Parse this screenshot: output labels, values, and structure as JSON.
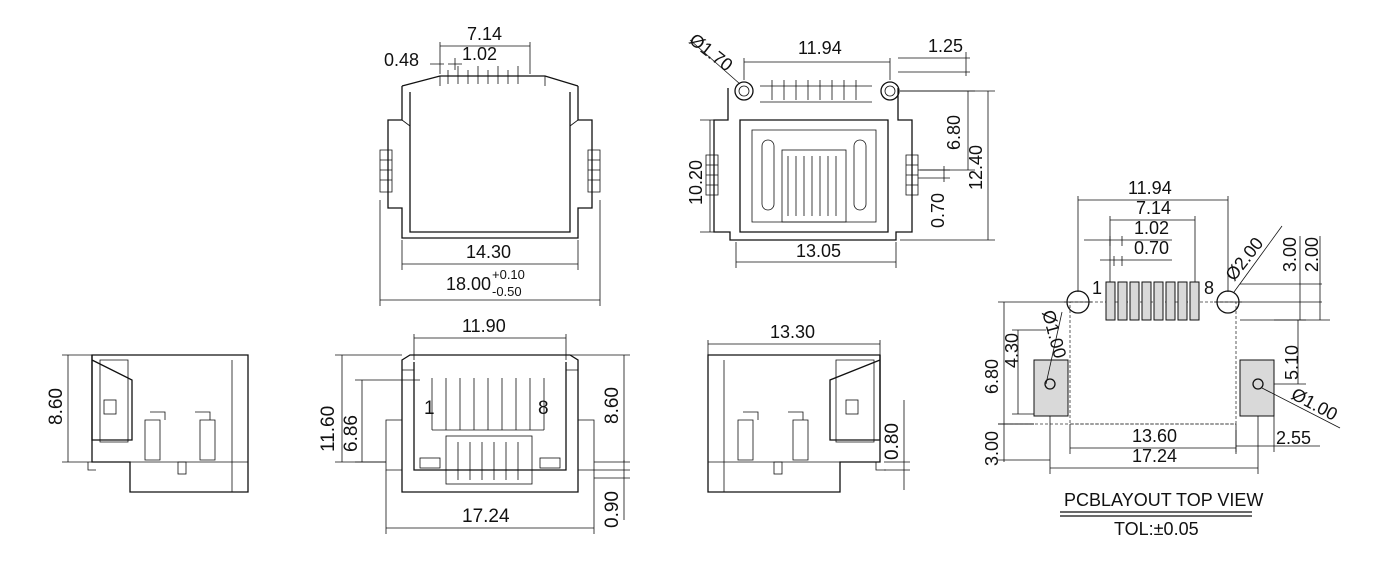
{
  "views": {
    "top_left": {
      "dim_7_14": "7.14",
      "dim_0_48": "0.48",
      "dim_1_02": "1.02",
      "dim_14_30": "14.30",
      "dim_18_00": "18.00",
      "tol_plus": "+0.10",
      "tol_minus": "-0.50"
    },
    "top_right": {
      "dia_1_70": "Ø1.70",
      "dim_11_94": "11.94",
      "dim_1_25": "1.25",
      "dim_10_20": "10.20",
      "dim_6_80": "6.80",
      "dim_12_40": "12.40",
      "dim_0_70": "0.70",
      "dim_13_05": "13.05"
    },
    "side_left": {
      "dim_8_60": "8.60"
    },
    "front": {
      "dim_11_90": "11.90",
      "dim_11_60": "11.60",
      "dim_6_86": "6.86",
      "dim_8_60": "8.60",
      "dim_0_90": "0.90",
      "dim_17_24": "17.24",
      "pin_1": "1",
      "pin_8": "8"
    },
    "side_right": {
      "dim_13_30": "13.30",
      "dim_0_80": "0.80"
    },
    "pcb": {
      "dim_11_94": "11.94",
      "dim_7_14": "7.14",
      "dim_1_02": "1.02",
      "dim_0_70": "0.70",
      "dia_2_00": "Ø2.00",
      "dim_3_00_top": "3.00",
      "dim_2_00": "2.00",
      "dim_6_80": "6.80",
      "dim_4_30": "4.30",
      "dia_1_00_left": "Ø1.00",
      "dim_5_10": "5.10",
      "dia_1_00_right": "Ø1.00",
      "dim_13_60": "13.60",
      "dim_2_55": "2.55",
      "dim_17_24": "17.24",
      "dim_3_00_bottom": "3.00",
      "pin_1": "1",
      "pin_8": "8",
      "title": "PCBLAYOUT TOP VIEW",
      "tolerance": "TOL:±0.05"
    }
  }
}
